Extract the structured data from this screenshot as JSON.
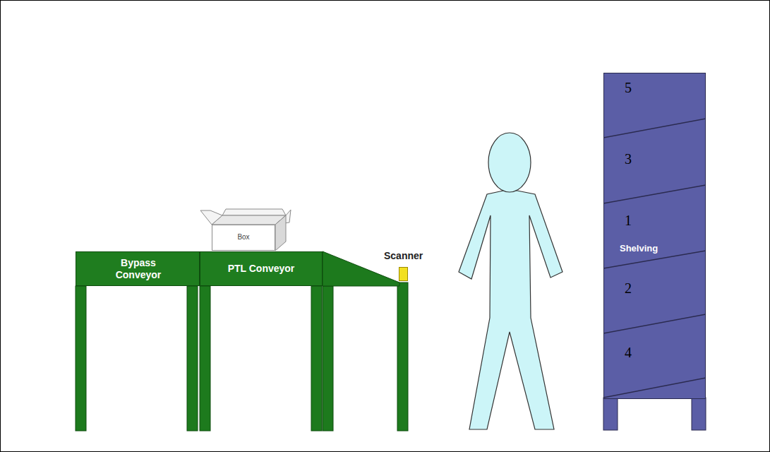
{
  "diagram": {
    "nodes": [
      {
        "text": [
          "Bypass Conveyor"
        ]
      },
      {
        "text": [
          "Box"
        ]
      },
      {
        "text": [
          "PTL Conveyor"
        ]
      },
      {
        "text": [
          "Scanner"
        ]
      },
      {
        "text": [
          "Shelving"
        ]
      }
    ],
    "labels": [
      "5",
      "3",
      "1",
      "2",
      "4"
    ]
  }
}
